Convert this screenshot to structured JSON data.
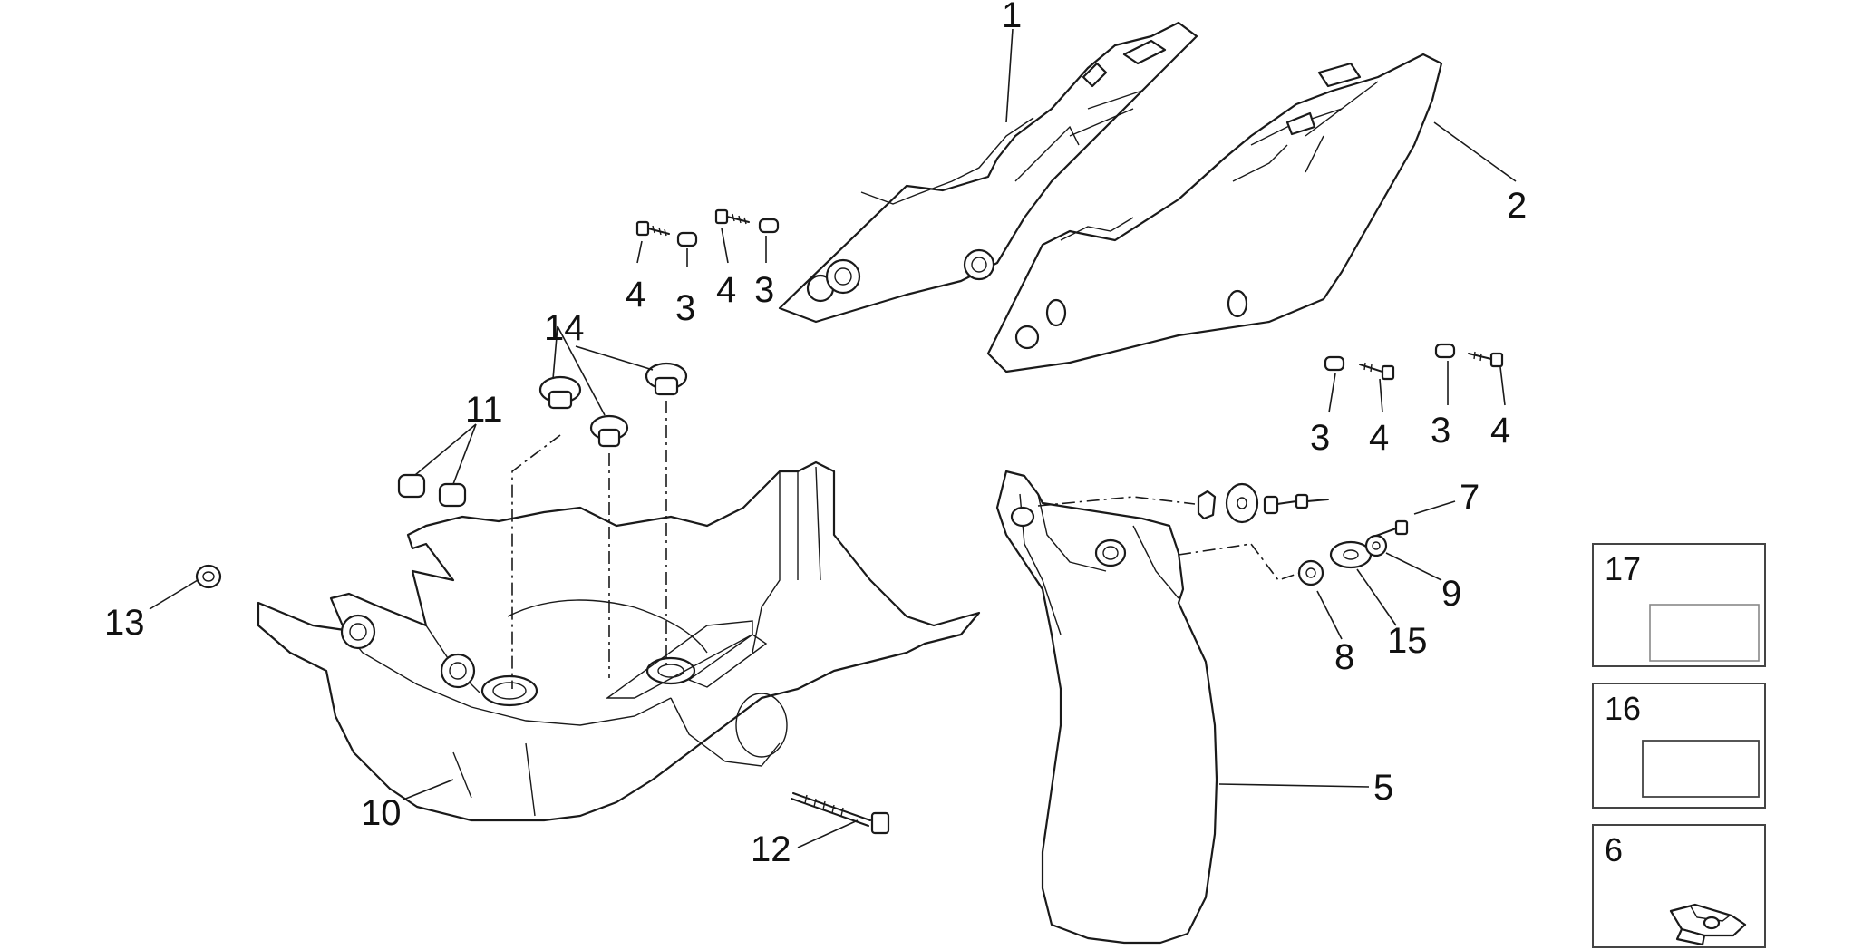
{
  "callouts": {
    "c1": "1",
    "c2": "2",
    "c3a": "3",
    "c3b": "3",
    "c3c": "3",
    "c3d": "3",
    "c4a": "4",
    "c4b": "4",
    "c4c": "4",
    "c4d": "4",
    "c5": "5",
    "c7": "7",
    "c8": "8",
    "c9": "9",
    "c10": "10",
    "c11": "11",
    "c12": "12",
    "c13": "13",
    "c14": "14",
    "c15": "15"
  },
  "kit_boxes": {
    "k17": "17",
    "k16": "16",
    "k6": "6"
  }
}
